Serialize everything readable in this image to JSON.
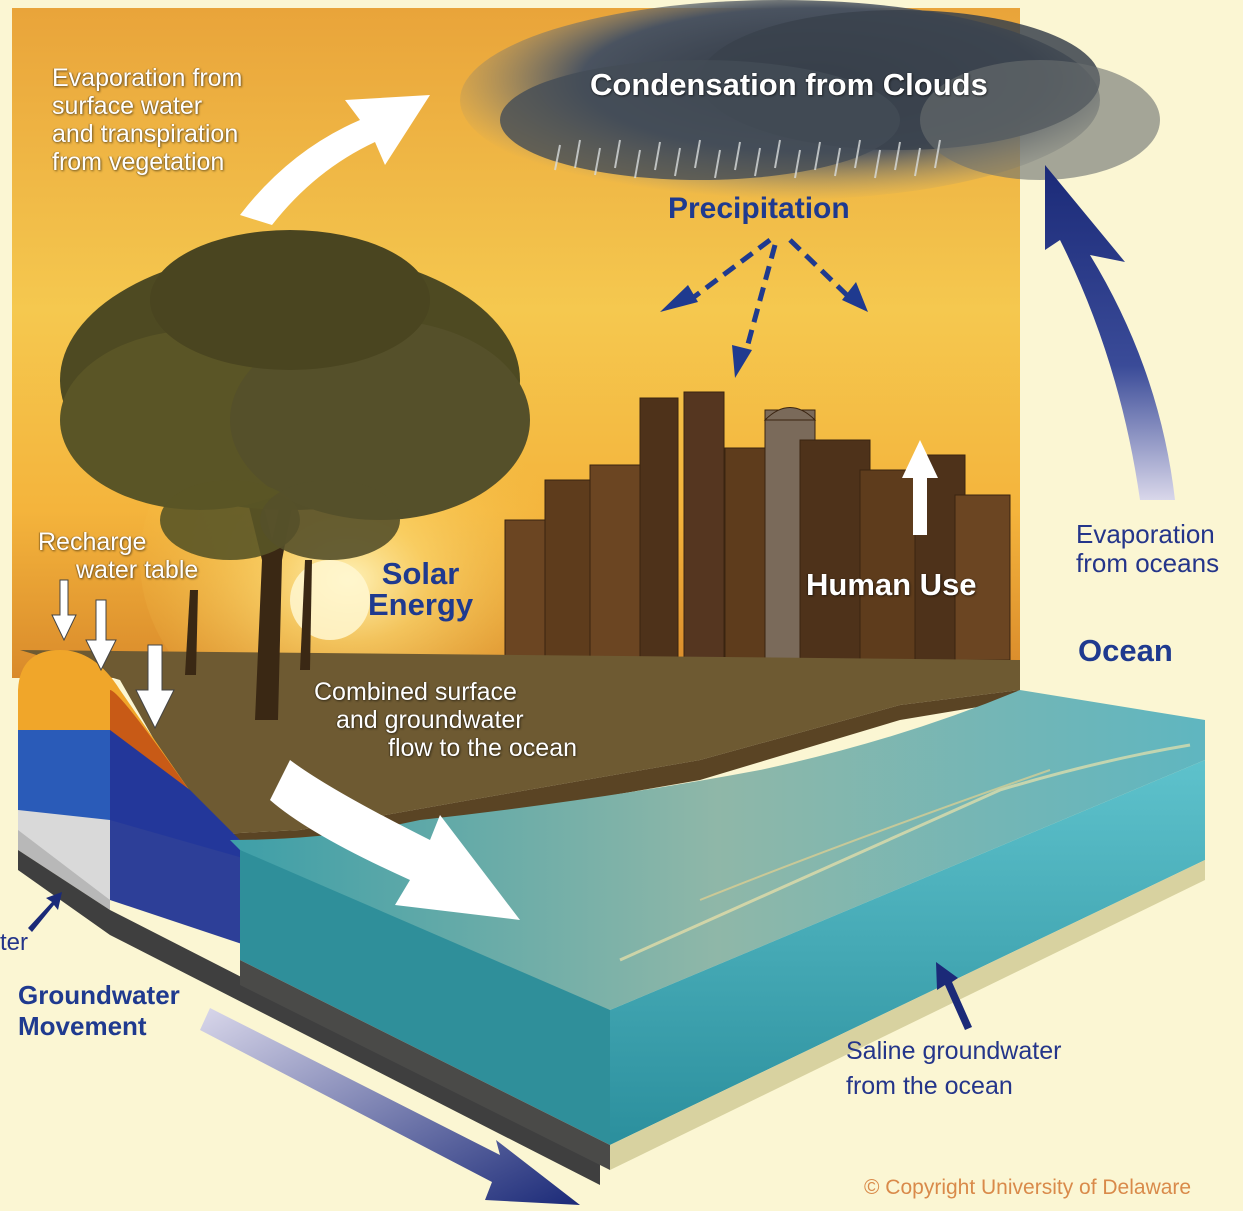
{
  "colors": {
    "page_bg": "#fbf6d3",
    "navy": "#1f3a8f",
    "arrow_navy": "#1b2a78",
    "ocean": "#3fa8b3",
    "ocean_deep": "#2b8e9c",
    "sky_top": "#f2b23a",
    "sky_bottom": "#f6cf56",
    "cloud": "#3b4450",
    "aquifer_orange": "#f0a62a",
    "aquifer_rust": "#c85a16",
    "aquifer_blue": "#2a5bb8",
    "aquifer_gray": "#cfcfcf",
    "copyright": "#d98a4a"
  },
  "icons": [
    "tree-icon",
    "city-skyline-icon",
    "cloud-icon",
    "rain-icon",
    "sun-icon",
    "aquifer-cross-section",
    "ocean-block"
  ],
  "labels": {
    "evap_surface": [
      "Evaporation from",
      "surface water",
      "and transpiration",
      "from vegetation"
    ],
    "condensation": "Condensation from Clouds",
    "precipitation": "Precipitation",
    "solar_energy": [
      "Solar",
      "Energy"
    ],
    "human_use": "Human Use",
    "recharge": [
      "Recharge",
      "water table"
    ],
    "combined_flow": [
      "Combined surface",
      "and groundwater",
      "flow to the ocean"
    ],
    "evap_ocean": [
      "Evaporation",
      "from oceans"
    ],
    "ocean": "Ocean",
    "groundwater_movement": [
      "Groundwater",
      "Movement"
    ],
    "cut_word": "ter",
    "saline": [
      "Saline groundwater",
      "from the ocean"
    ],
    "copyright": "© Copyright University of Delaware"
  }
}
